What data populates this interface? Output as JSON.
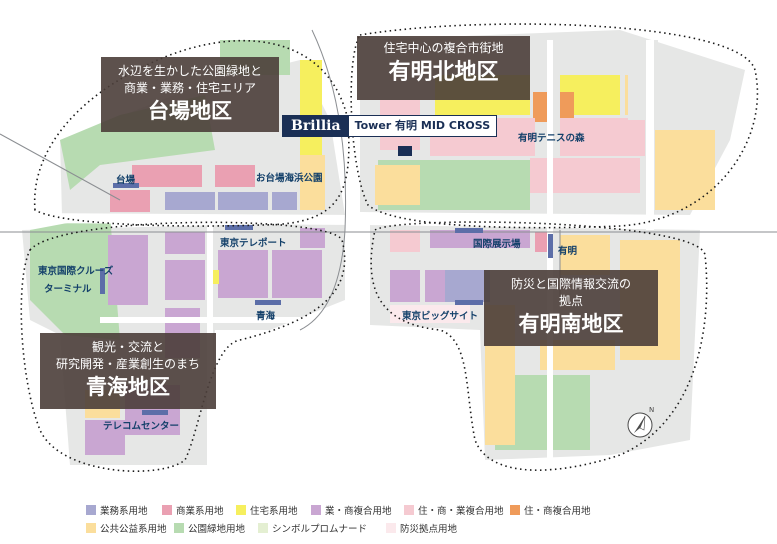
{
  "districts": [
    {
      "id": "daiba",
      "subtitle_lines": [
        "水辺を生かした公園緑地と",
        "商業・業務・住宅エリア"
      ],
      "name": "台場地区"
    },
    {
      "id": "ariake_north",
      "subtitle_lines": [
        "住宅中心の複合市街地"
      ],
      "name": "有明北地区"
    },
    {
      "id": "ariake_south",
      "subtitle_lines": [
        "防災と国際情報交流の",
        "拠点"
      ],
      "name": "有明南地区"
    },
    {
      "id": "aomi",
      "subtitle_lines": [
        "観光・交流と",
        "研究開発・産業創生のまち"
      ],
      "name": "青海地区"
    }
  ],
  "property": {
    "brand": "Brillia",
    "rest": "Tower 有明 MID CROSS"
  },
  "stations": {
    "daiba": "台場",
    "tokyo_teleport": "東京テレポート",
    "aomi": "青海",
    "telecom_center": "テレコムセンター",
    "kokusai_tenjijo": "国際展示場",
    "ariake": "有明",
    "tokyo_big_sight": "東京ビッグサイト",
    "cruise_terminal_1": "東京国際クルーズ",
    "cruise_terminal_2": "ターミナル"
  },
  "places": {
    "odaiba_beach_park": "お台場海浜公園",
    "ariake_tennis_forest": "有明テニスの森"
  },
  "legend": [
    {
      "label": "業務系用地",
      "color": "#a7a8d0"
    },
    {
      "label": "商業系用地",
      "color": "#eaa0b2"
    },
    {
      "label": "住宅系用地",
      "color": "#f6ef5e"
    },
    {
      "label": "業・商複合用地",
      "color": "#c9a6d2"
    },
    {
      "label": "住・商・業複合用地",
      "color": "#f5cad1"
    },
    {
      "label": "住・商複合用地",
      "color": "#ef9b5a"
    },
    {
      "label": "公共公益系用地",
      "color": "#fbde9c"
    },
    {
      "label": "公園緑地用地",
      "color": "#b7dbb1"
    },
    {
      "label": "シンボルプロムナード",
      "color": "#e4efd2"
    },
    {
      "label": "防災拠点用地",
      "color": "#fbe9ec"
    }
  ]
}
